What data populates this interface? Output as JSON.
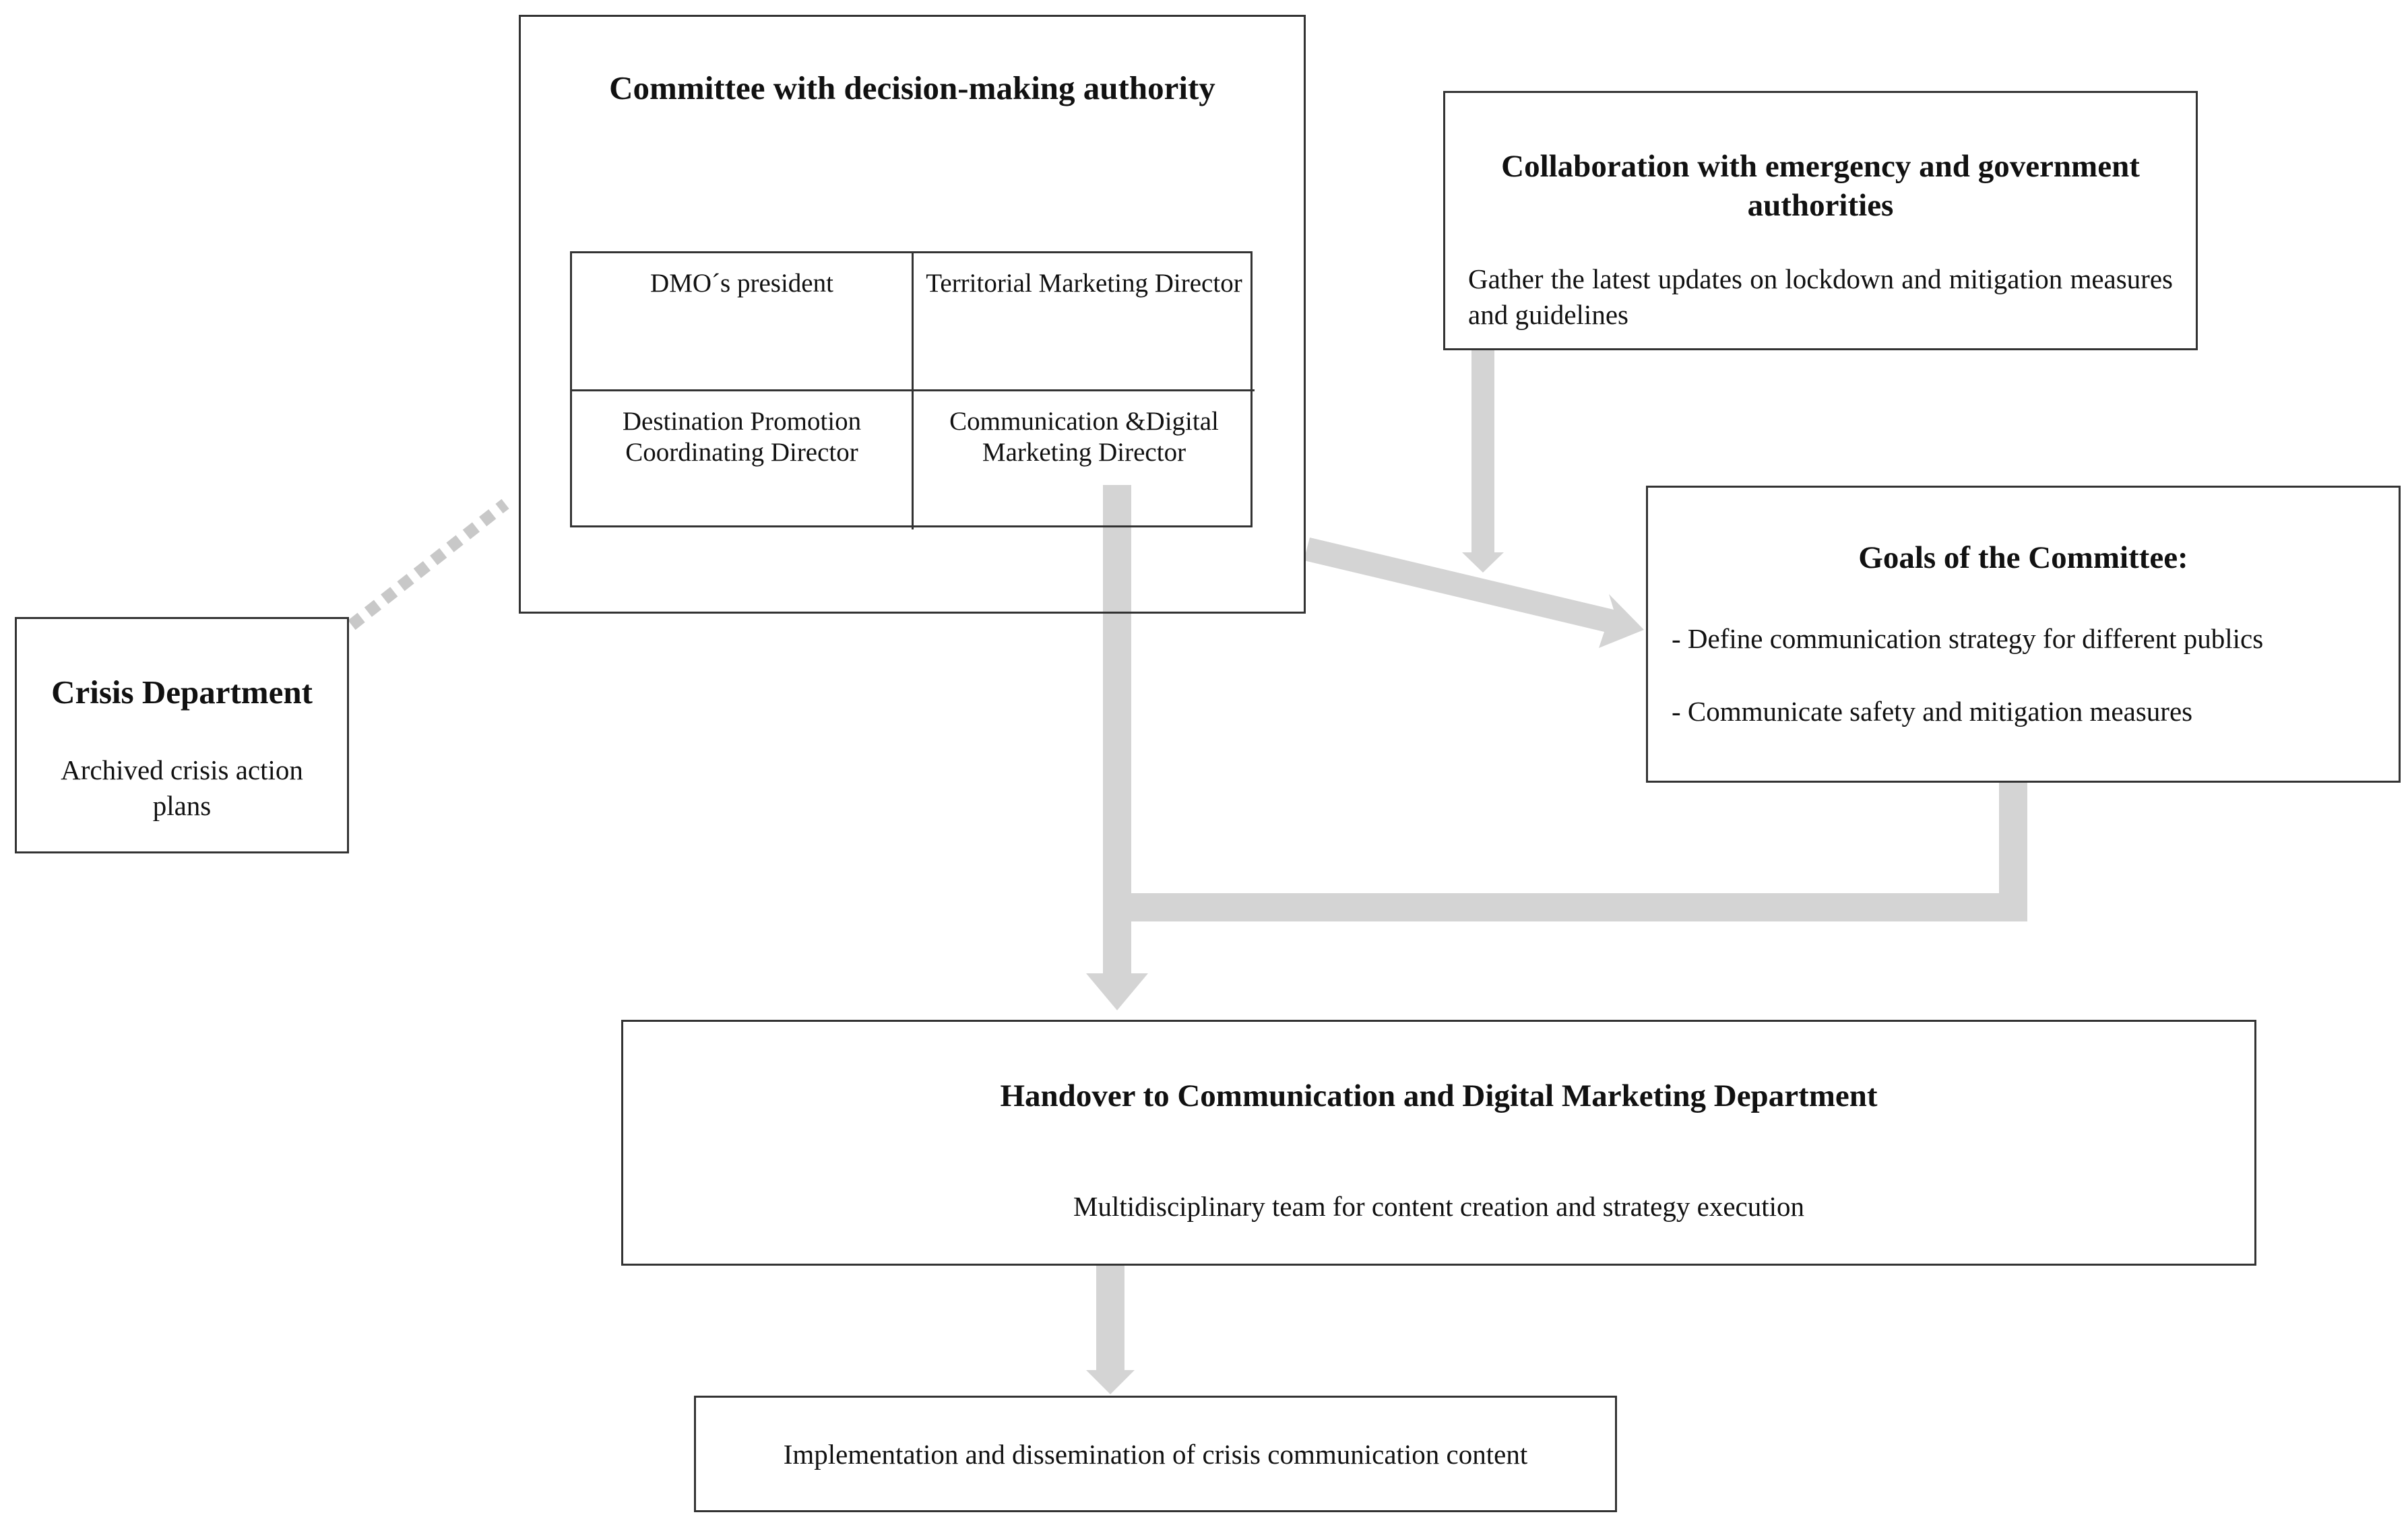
{
  "committee": {
    "title": "Committee with decision-making authority",
    "members": [
      "DMO´s president",
      "Territorial Marketing Director",
      "Destination Promotion Coordinating Director",
      "Communication &Digital Marketing Director"
    ]
  },
  "collaboration": {
    "title": "Collaboration with emergency and government authorities",
    "description": "Gather the latest updates on lockdown and mitigation measures and guidelines"
  },
  "goals": {
    "title": "Goals of the Committee:",
    "items": [
      "- Define communication strategy for different publics",
      "- Communicate safety and mitigation measures"
    ]
  },
  "crisis_department": {
    "title": "Crisis Department",
    "description": "Archived crisis action plans"
  },
  "handover": {
    "title": "Handover to Communication and Digital Marketing Department",
    "description": "Multidisciplinary team for content creation and strategy execution"
  },
  "implementation": {
    "description": "Implementation and dissemination of crisis communication content"
  },
  "colors": {
    "connector": "#d4d4d4",
    "border": "#333333"
  }
}
